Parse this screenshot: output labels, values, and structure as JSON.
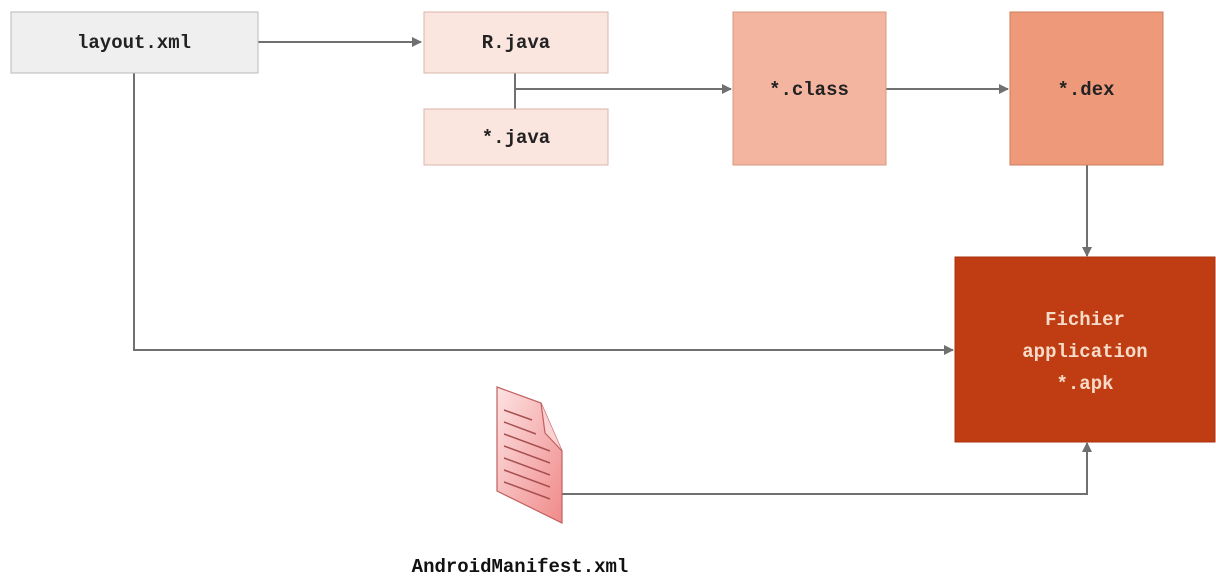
{
  "nodes": {
    "layout_xml": {
      "label": "layout.xml"
    },
    "r_java": {
      "label": "R.java"
    },
    "star_java": {
      "label": "*.java"
    },
    "star_class": {
      "label": "*.class"
    },
    "star_dex": {
      "label": "*.dex"
    },
    "apk": {
      "lines": [
        "Fichier",
        "application",
        "*.apk"
      ]
    }
  },
  "manifest": {
    "label": "AndroidManifest.xml",
    "icon": "document-icon"
  },
  "colors": {
    "layout_fill": "#efefef",
    "java_fill": "#fbe6df",
    "class_fill": "#f3b59f",
    "dex_fill": "#ee9a7a",
    "apk_fill": "#c03c12",
    "apk_text": "#f6dcc8",
    "arrow": "#707070",
    "doc_fill": "#f08a8a",
    "doc_light": "#fde2e2"
  }
}
